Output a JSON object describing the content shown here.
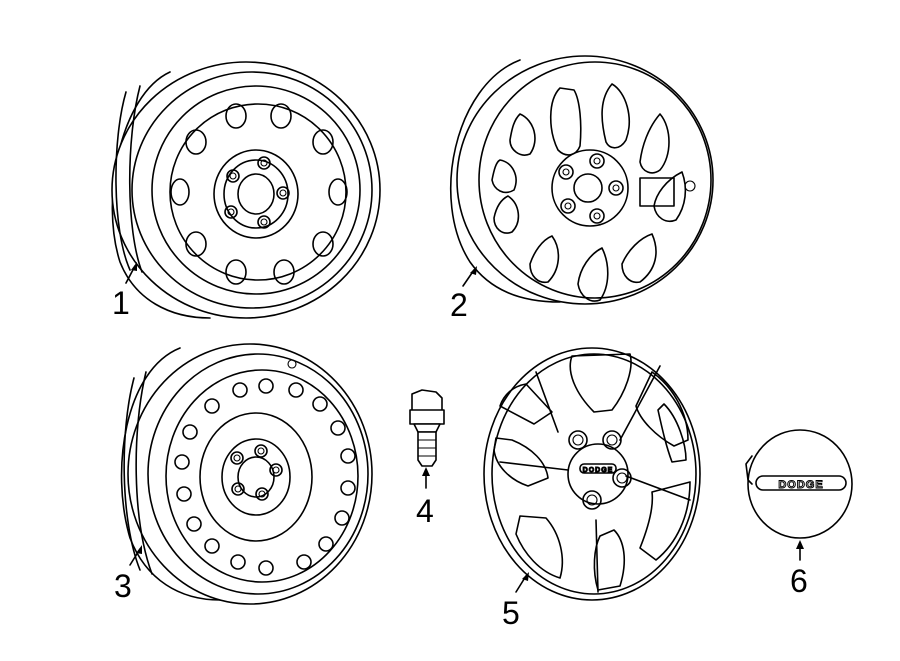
{
  "diagram": {
    "callouts": [
      {
        "id": "1",
        "label": "1"
      },
      {
        "id": "2",
        "label": "2"
      },
      {
        "id": "3",
        "label": "3"
      },
      {
        "id": "4",
        "label": "4"
      },
      {
        "id": "5",
        "label": "5"
      },
      {
        "id": "6",
        "label": "6"
      }
    ],
    "center_cap_logo_text": "DODGE",
    "wheel_cover_logo_text": "DODGE"
  }
}
